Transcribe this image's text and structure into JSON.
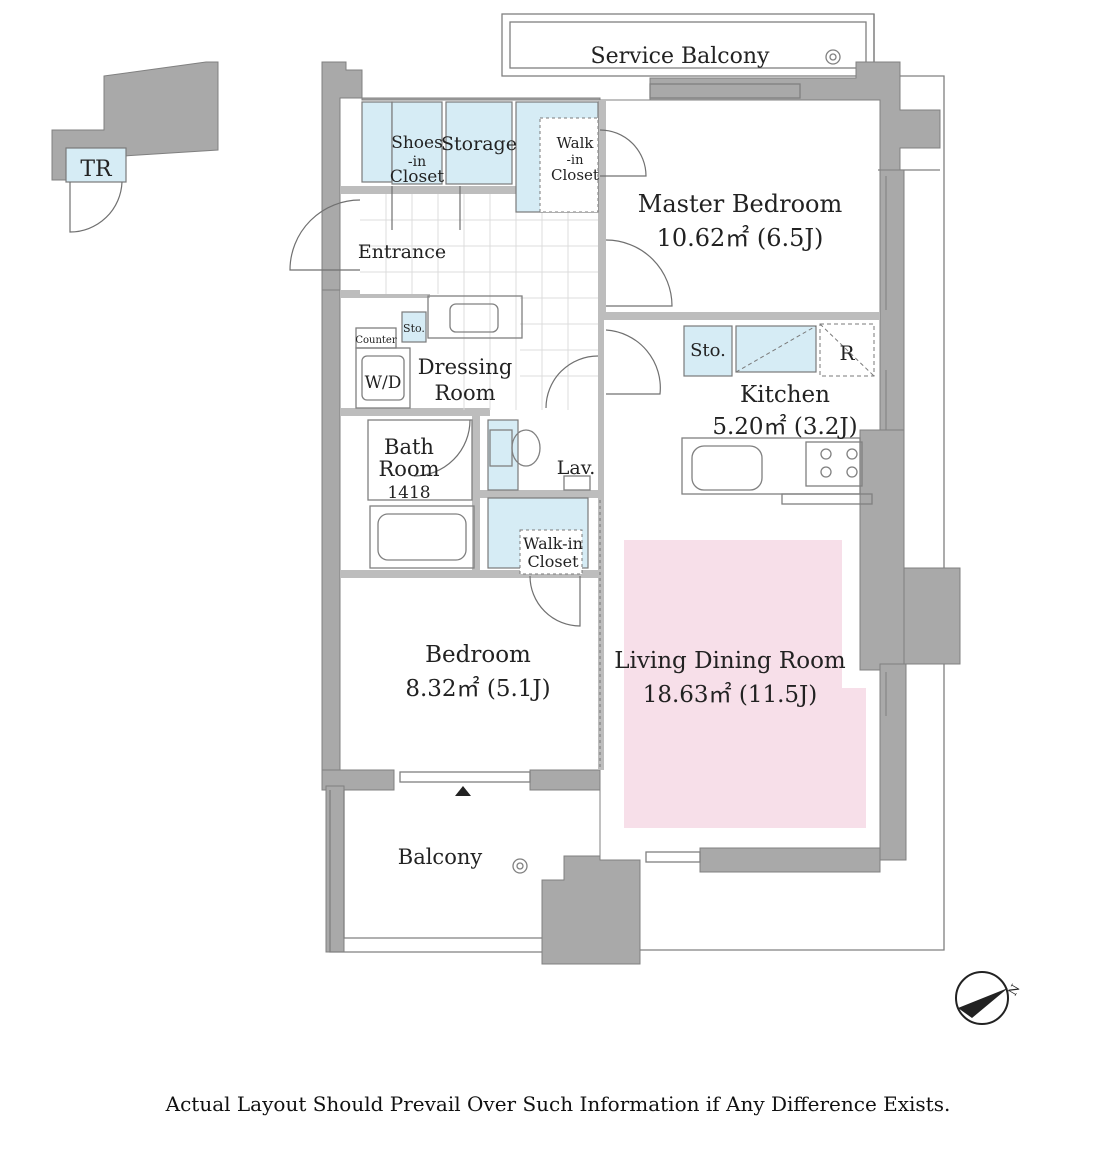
{
  "rooms": {
    "service_balcony": "Service Balcony",
    "tr": "TR",
    "shoes_closet": [
      "Shoes",
      "-in",
      "Closet"
    ],
    "storage": "Storage",
    "walkin_closet_top": [
      "Walk",
      "-in",
      "Closet"
    ],
    "master_bedroom": {
      "name": "Master Bedroom",
      "area": "10.62㎡  (6.5J)"
    },
    "entrance": "Entrance",
    "sto_small": "Sto.",
    "sto_kitchen": "Sto.",
    "refrigerator": "R",
    "counter": "Counter",
    "wd": "W/D",
    "dressing_room": [
      "Dressing",
      "Room"
    ],
    "kitchen": {
      "name": "Kitchen",
      "area": "5.20㎡  (3.2J)"
    },
    "bath_room": [
      "Bath",
      "Room",
      "1418"
    ],
    "lav": "Lav.",
    "walkin_closet_mid": [
      "Walk-in",
      "Closet"
    ],
    "bedroom": {
      "name": "Bedroom",
      "area": "8.32㎡  (5.1J)"
    },
    "living": {
      "name": "Living Dining Room",
      "area": "18.63㎡  (11.5J)"
    },
    "balcony": "Balcony"
  },
  "compass": {
    "label": "N",
    "icon": "north-arrow-icon"
  },
  "colors": {
    "wall": "#a9a9a9",
    "wet_area": "#d6ecf5",
    "living_highlight": "#f7dfe9"
  },
  "disclaimer": "Actual Layout Should Prevail Over Such Information if Any Difference Exists."
}
